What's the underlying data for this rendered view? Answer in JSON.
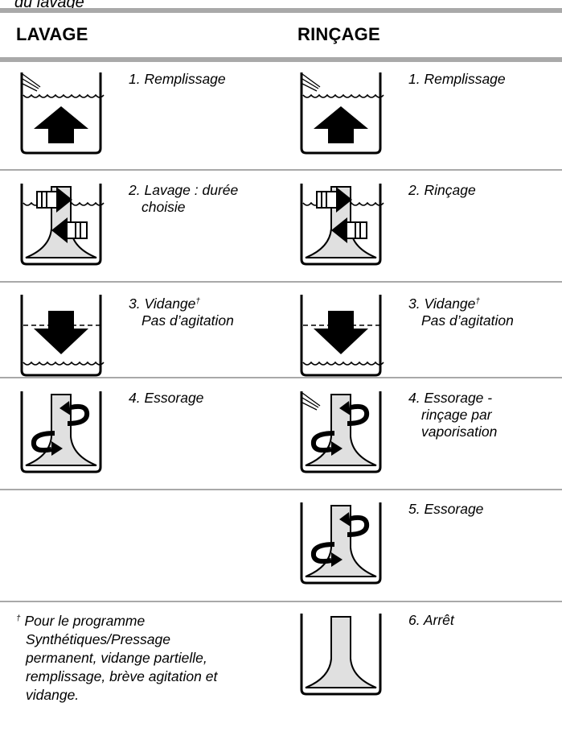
{
  "top_text": "du lavage",
  "columns": {
    "left_heading": "LAVAGE",
    "right_heading": "RINÇAGE"
  },
  "dagger": "†",
  "lavage_steps": [
    {
      "number": "1.",
      "lines": [
        "Remplissage"
      ],
      "icon": "tub-fill-spray-up-arrow-icon"
    },
    {
      "number": "2.",
      "lines": [
        "Lavage : durée",
        "choisie"
      ],
      "icon": "agitator-wash-arrows-icon"
    },
    {
      "number": "3.",
      "lines": [
        "Vidange",
        "Pas d’agitation"
      ],
      "icon": "tub-drain-down-arrow-icon"
    },
    {
      "number": "4.",
      "lines": [
        "Essorage"
      ],
      "icon": "agitator-spin-arrows-icon"
    }
  ],
  "rincage_steps": [
    {
      "number": "1.",
      "lines": [
        "Remplissage"
      ],
      "icon": "tub-fill-spray-up-arrow-icon"
    },
    {
      "number": "2.",
      "lines": [
        "Rinçage"
      ],
      "icon": "agitator-wash-arrows-icon"
    },
    {
      "number": "3.",
      "lines": [
        "Vidange",
        "Pas d’agitation"
      ],
      "icon": "tub-drain-down-arrow-icon"
    },
    {
      "number": "4.",
      "lines": [
        "Essorage -",
        "rinçage par",
        "vaporisation"
      ],
      "icon": "agitator-spin-spray-icon"
    },
    {
      "number": "5.",
      "lines": [
        "Essorage"
      ],
      "icon": "agitator-spin-arrows-icon"
    },
    {
      "number": "6.",
      "lines": [
        "Arrêt"
      ],
      "icon": "agitator-stopped-icon"
    }
  ],
  "footnote": {
    "lines": [
      "Pour le programme",
      "Synthétiques/Pressage",
      "permanent, vidange partielle,",
      "remplissage, brève agitation et",
      "vidange."
    ]
  }
}
